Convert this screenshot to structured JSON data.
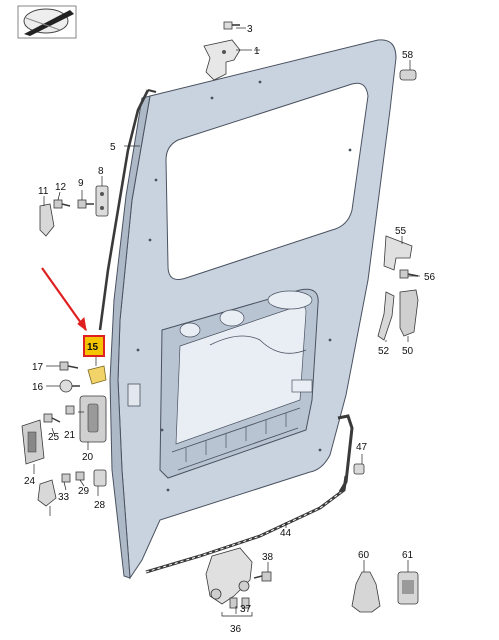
{
  "diagram": {
    "part_numbers": {
      "p1": "1",
      "p3": "3",
      "p5": "5",
      "p8": "8",
      "p9": "9",
      "p11": "11",
      "p12": "12",
      "p15": "15",
      "p16": "16",
      "p17": "17",
      "p20": "20",
      "p21": "21",
      "p24": "24",
      "p25": "25",
      "p28": "28",
      "p29": "29",
      "p33": "33",
      "p36": "36",
      "p37": "37",
      "p38": "38",
      "p44": "44",
      "p47": "47",
      "p50": "50",
      "p52": "52",
      "p55": "55",
      "p56": "56",
      "p58": "58",
      "p60": "60",
      "p61": "61"
    },
    "highlighted_part": "15",
    "colors": {
      "highlight_fill": "#f5c400",
      "highlight_border": "#e02020",
      "arrow": "#e02020",
      "door_panel": "#c9d3e0",
      "part_yellow": "#f1d36a"
    }
  }
}
